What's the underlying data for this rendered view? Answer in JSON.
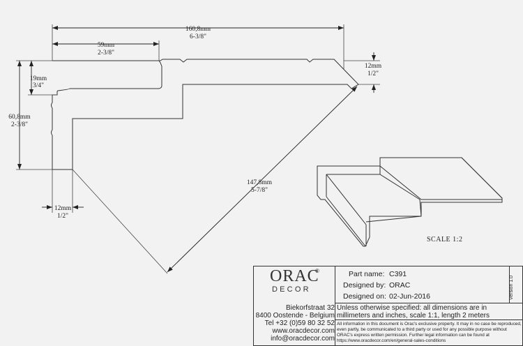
{
  "dimensions": {
    "overall_width": {
      "mm": "160,8mm",
      "in": "6-3/8\""
    },
    "top_width": {
      "mm": "59mm",
      "in": "2-3/8\""
    },
    "top_thickness": {
      "mm": "19mm",
      "in": "3/4\""
    },
    "overall_height": {
      "mm": "60,8mm",
      "in": "2-3/8\""
    },
    "bottom_thickness": {
      "mm": "12mm",
      "in": "1/2\""
    },
    "edge_thickness": {
      "mm": "12mm",
      "in": "1/2\""
    },
    "diagonal": {
      "mm": "147,8mm",
      "in": "5-7/8\""
    }
  },
  "scale_label": "SCALE  1:2",
  "logo": {
    "main": "ORAC",
    "reg": "®",
    "sub": "DECOR"
  },
  "address": {
    "street": "Biekorfstraat 32",
    "city": "8400 Oostende - Belgium",
    "tel": "Tel  +32 (0)59 80 32 52",
    "web": "www.oracdecor.com",
    "email": "info@oracdecor.com"
  },
  "part": {
    "name_label": "Part name:",
    "name_value": "C391",
    "designer_label": "Designed by:",
    "designer_value": "ORAC",
    "date_label": "Designed on:",
    "date_value": "02-Jun-2016"
  },
  "version": "Version 1.0",
  "spec_note": "Unless otherwise specified: all dimensions are in millimeters and inches, scale 1:1, length 2 meters",
  "legal_note": "All information in this document is Orac's exclusive property.  It may in no case be reproduced, even partly, be communicated to a third party or used for any possible purpose without ORAC's express written permission. Further legal information can be found at https://www.oracdecor.com/en/general-sales-conditions"
}
